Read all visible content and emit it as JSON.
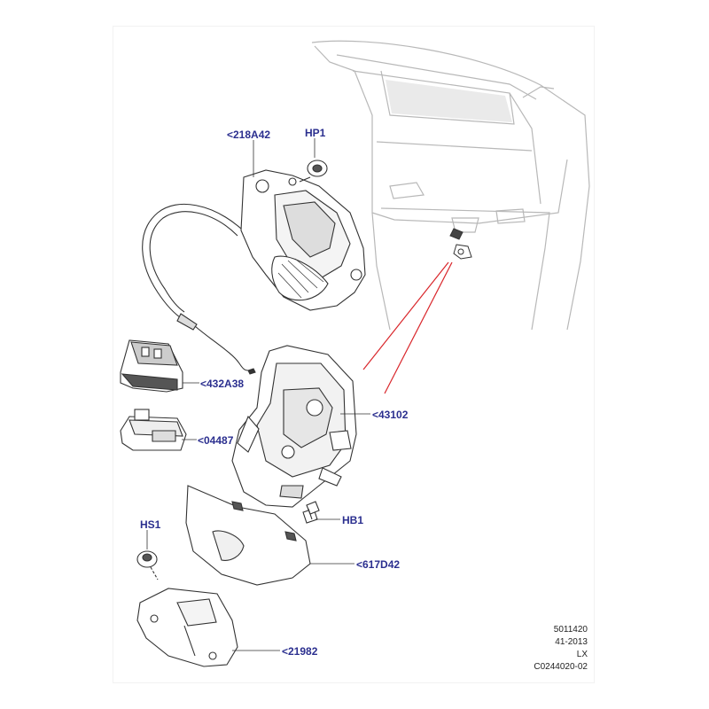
{
  "callouts": {
    "c218A42": "<218A42",
    "hp1": "HP1",
    "c432A38": "<432A38",
    "c43102": "<43102",
    "c04487": "<04487",
    "hb1": "HB1",
    "hs1": "HS1",
    "c617D42": "<617D42",
    "c21982": "<21982"
  },
  "meta": {
    "line1": "5011420",
    "line2": "41-2013",
    "line3": "LX",
    "line4": "C0244020-02"
  },
  "colors": {
    "callout_text": "#2b2f8f",
    "leader_line": "#333333",
    "highlight_line": "#d9262b",
    "part_stroke": "#333333",
    "tailgate_stroke": "#b8b8b8"
  }
}
